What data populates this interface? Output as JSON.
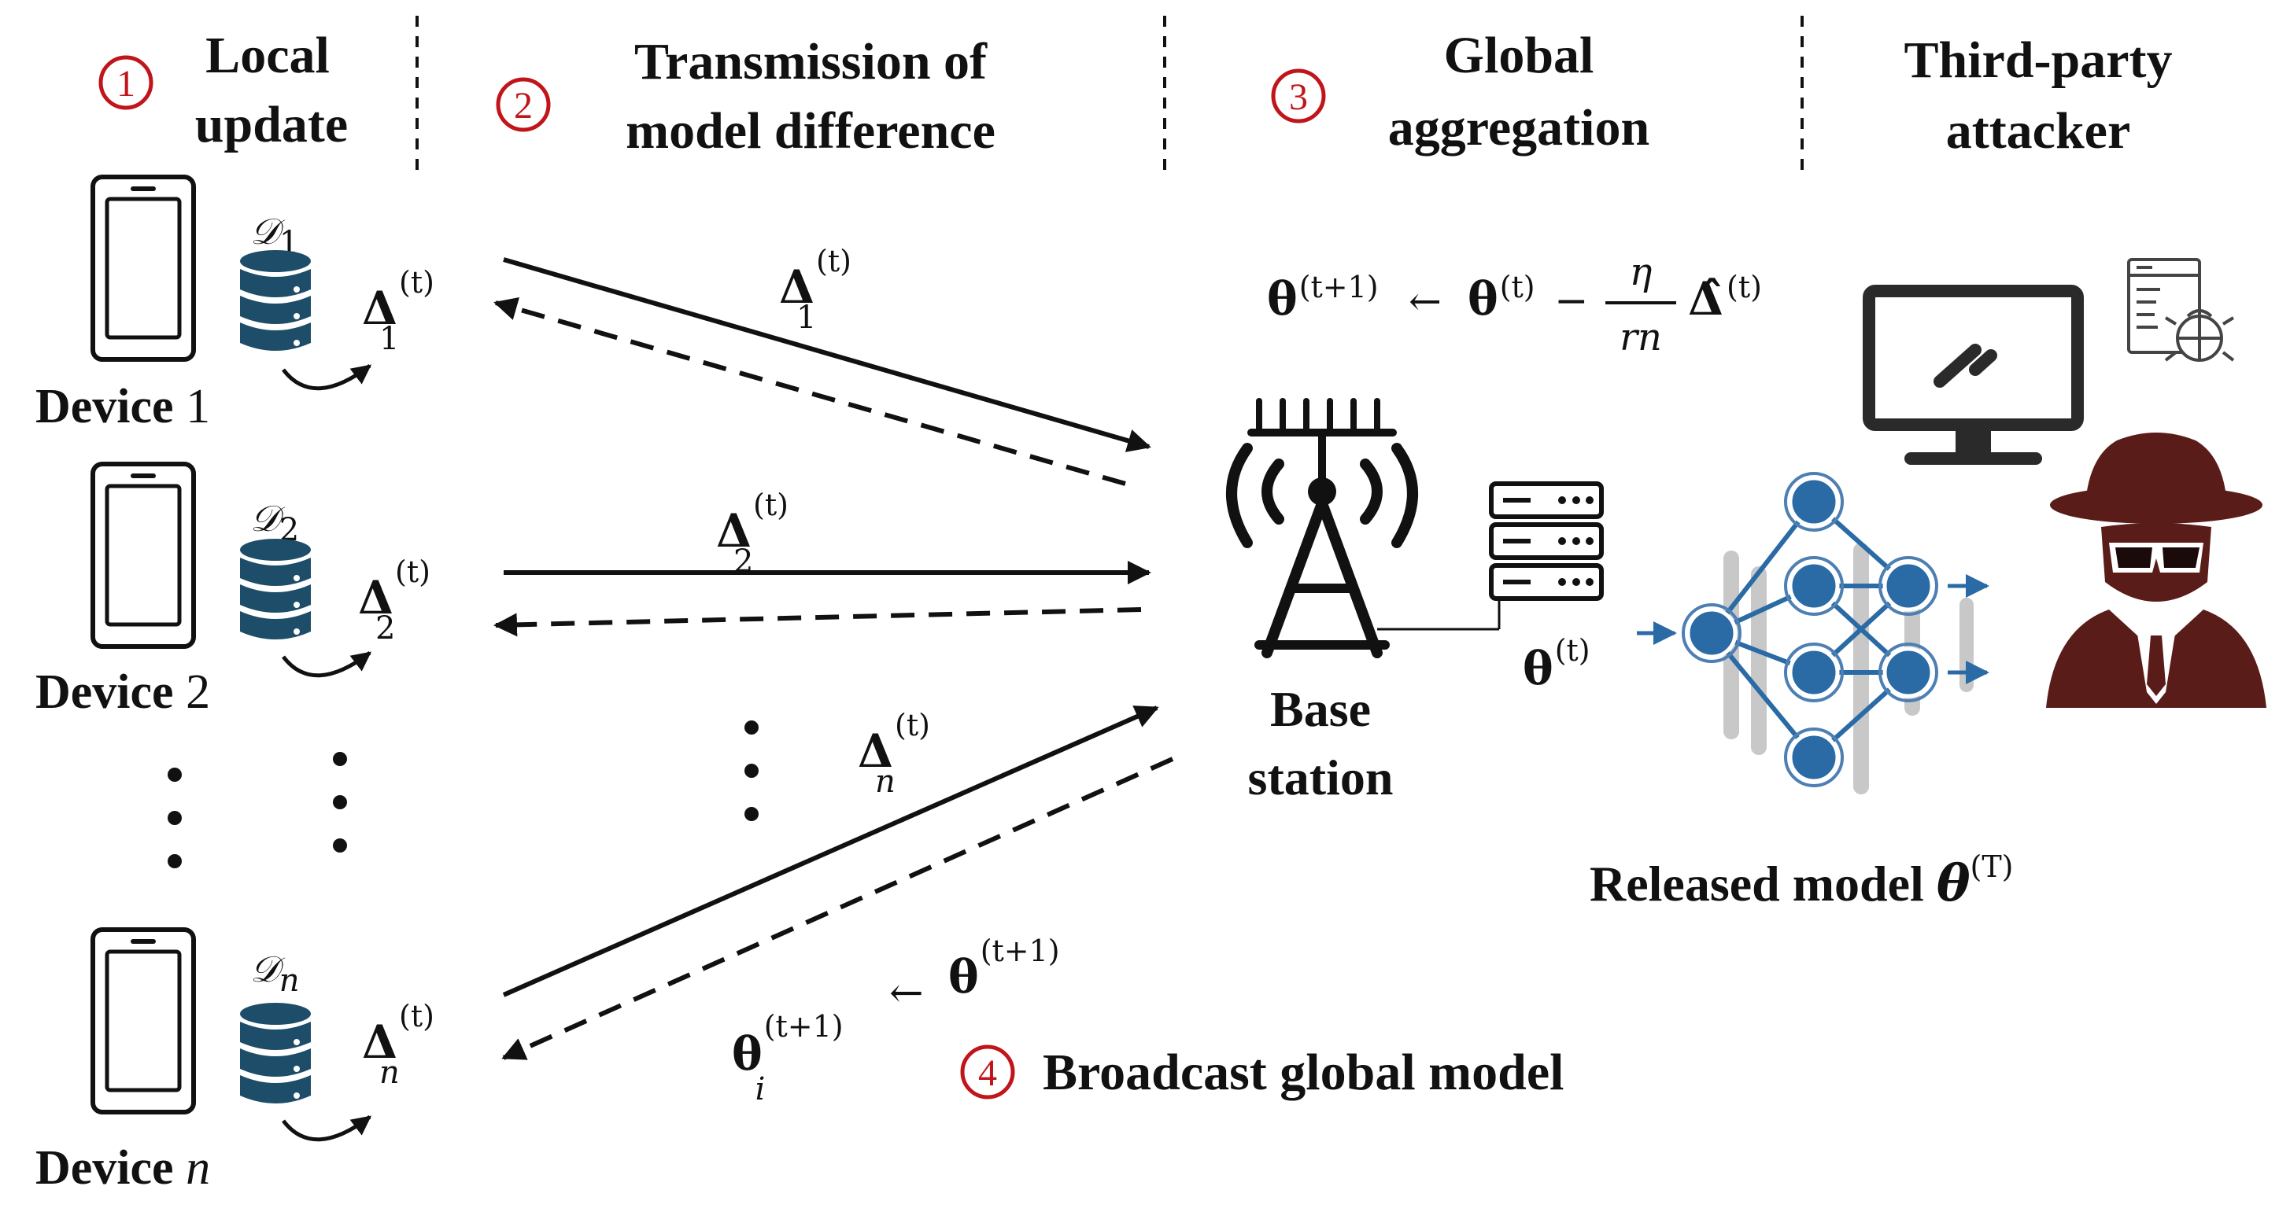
{
  "steps": [
    {
      "num": "1",
      "title_l1": "Local",
      "title_l2": "update"
    },
    {
      "num": "2",
      "title_l1": "Transmission of",
      "title_l2": "model difference"
    },
    {
      "num": "3",
      "title_l1": "Global",
      "title_l2": "aggregation"
    },
    {
      "num": "4",
      "title": "Broadcast global model"
    }
  ],
  "attacker_title": {
    "l1": "Third-party",
    "l2": "attacker"
  },
  "devices": [
    {
      "label": "Device",
      "index": "1",
      "dataset_base": "𝒟",
      "dataset_sub": "1",
      "delta_sub": "1"
    },
    {
      "label": "Device",
      "index": "2",
      "dataset_base": "𝒟",
      "dataset_sub": "2",
      "delta_sub": "2"
    },
    {
      "label": "Device",
      "index": "n",
      "dataset_base": "𝒟",
      "dataset_sub": "n",
      "delta_sub": "n"
    }
  ],
  "math": {
    "delta": "Δ",
    "theta": "θ",
    "time_sup": "(t)",
    "time_next_sup": "(t+1)",
    "final_sup": "(T)",
    "subscript_i": "i",
    "arrow_left": "←",
    "minus": "−",
    "eta": "η",
    "rn": "rn",
    "hat_delta": "Δ̂"
  },
  "base_station": {
    "l1": "Base",
    "l2": "station"
  },
  "released_model": "Released model",
  "colors": {
    "ink": "#111111",
    "step_red": "#c0151b",
    "database": "#1d4d68",
    "network_node": "#2a6aa5",
    "network_ring": "#4d7fb3",
    "network_shadow": "#c8c8c8",
    "attacker": "#5a1c19",
    "monitor": "#2a2a2a"
  },
  "icons": [
    "phone-icon",
    "database-icon",
    "curved-arrow-icon",
    "tower-icon",
    "server-icon",
    "neural-network-icon",
    "monitor-icon",
    "bug-document-icon",
    "spy-icon"
  ]
}
